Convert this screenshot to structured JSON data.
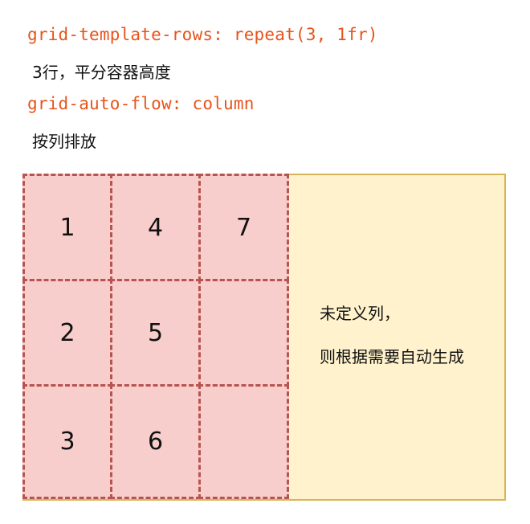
{
  "annotations": {
    "code_line_1": "grid-template-rows: repeat(3, 1fr)",
    "desc_line_1": "3行，平分容器高度",
    "code_line_2": "grid-auto-flow: column",
    "desc_line_2": "按列排放"
  },
  "grid": {
    "cells": [
      {
        "label": "1",
        "row": 1,
        "col": 1
      },
      {
        "label": "2",
        "row": 2,
        "col": 1
      },
      {
        "label": "3",
        "row": 3,
        "col": 1
      },
      {
        "label": "4",
        "row": 1,
        "col": 2
      },
      {
        "label": "5",
        "row": 2,
        "col": 2
      },
      {
        "label": "6",
        "row": 3,
        "col": 2
      },
      {
        "label": "7",
        "row": 1,
        "col": 3
      },
      {
        "label": "",
        "row": 2,
        "col": 3
      },
      {
        "label": "",
        "row": 3,
        "col": 3
      }
    ]
  },
  "container_note": {
    "line_1": "未定义列，",
    "line_2": "则根据需要自动生成"
  },
  "colors": {
    "code_text": "#e8531a",
    "container_fill": "#fff2cc",
    "container_border": "#d6b656",
    "cell_fill": "#f8cecc",
    "cell_border": "#b85450"
  }
}
